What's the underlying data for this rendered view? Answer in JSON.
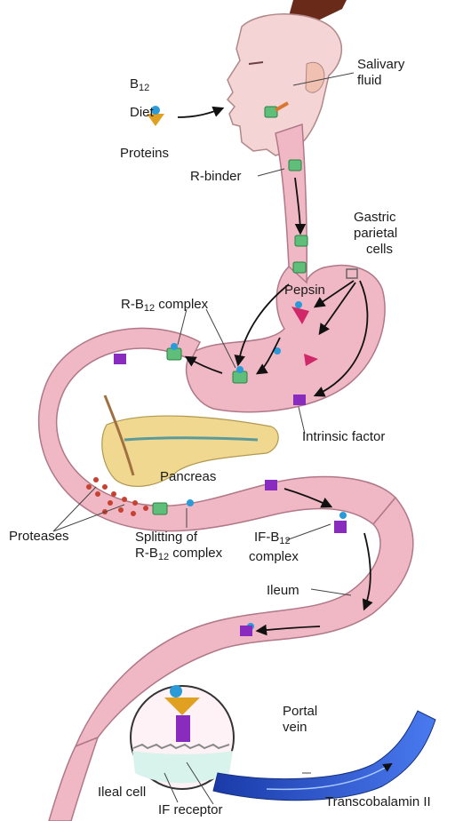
{
  "labels": {
    "b12_line1": "B",
    "b12_sub": "12",
    "diet": "Diet",
    "proteins": "Proteins",
    "salivary_line1": "Salivary",
    "salivary_line2": "fluid",
    "r_binder": "R-binder",
    "gastric_line1": "Gastric",
    "gastric_line2": "parietal",
    "gastric_line3": "cells",
    "pepsin": "Pepsin",
    "rb12_pre": "R-B",
    "rb12_sub": "12",
    "rb12_post": " complex",
    "intrinsic_factor": "Intrinsic factor",
    "pancreas": "Pancreas",
    "proteases": "Proteases",
    "splitting_line1": "Splitting of",
    "splitting_pre": "R-B",
    "splitting_sub": "12",
    "splitting_post": " complex",
    "ifb12_pre": "IF-B",
    "ifb12_sub": "12",
    "ifb12_line2": "complex",
    "ileum": "Ileum",
    "portal_line1": "Portal",
    "portal_line2": "vein",
    "ileal_cell": "Ileal cell",
    "if_receptor": "IF receptor",
    "transcobalamin": "Transcobalamin II"
  },
  "colors": {
    "tract": "#f0b8c4",
    "tract_stroke": "#b07888",
    "skin": "#f4d4d4",
    "r_binder": "#5fbf7a",
    "intrinsic_factor": "#8a2bbf",
    "b12": "#2a9ad8",
    "protein": "#e0a020",
    "pepsin": "#d02868",
    "pancreas": "#f0d890",
    "vein": "#2a4fc8",
    "protease_dots": "#c84030",
    "arrow": "#111111"
  }
}
